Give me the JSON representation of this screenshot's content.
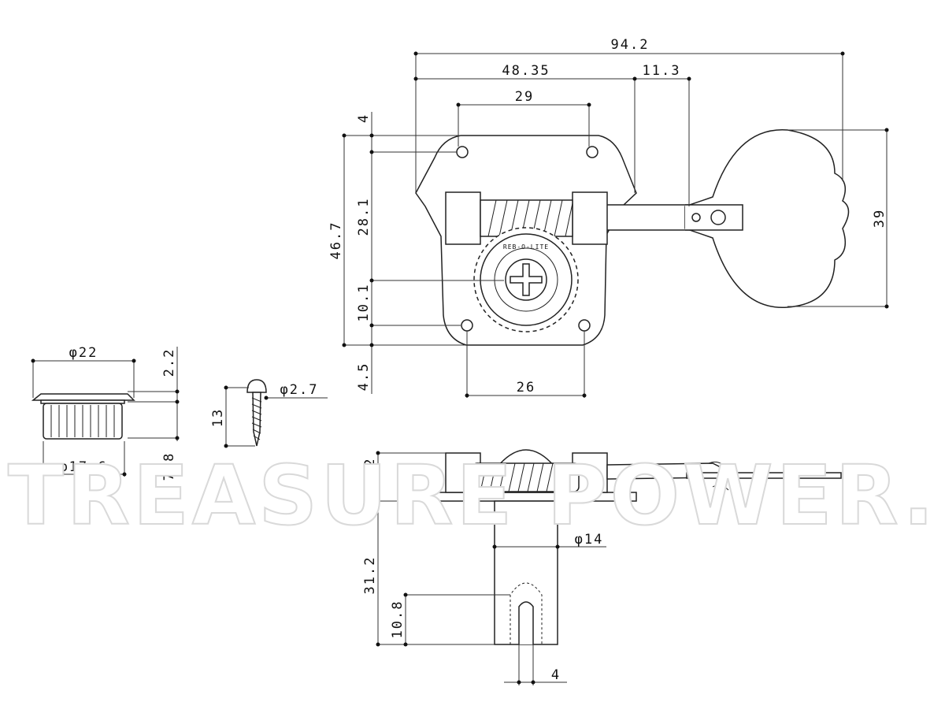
{
  "watermark": "TREASURE POWER.",
  "gear_stamp": "REB-O-LITE",
  "dimensions": {
    "total_length": "94.2",
    "body_to_shaft": "48.35",
    "shaft_to_key": "11.3",
    "top_holes": "29",
    "top_offset": "4",
    "overall_height": "46.7",
    "worm_height": "28.1",
    "lower_height": "10.1",
    "bottom_offset": "4.5",
    "bottom_holes": "26",
    "key_height": "39",
    "bushing_diameter": "φ22",
    "bushing_flange": "2.2",
    "bushing_inner": "φ17.6",
    "bushing_height": "7.8",
    "screw_diameter": "φ2.7",
    "screw_length": "13",
    "side_height": "11.2",
    "post_diameter": "φ14",
    "post_length": "31.2",
    "slot_depth": "10.8",
    "slot_width": "4"
  }
}
